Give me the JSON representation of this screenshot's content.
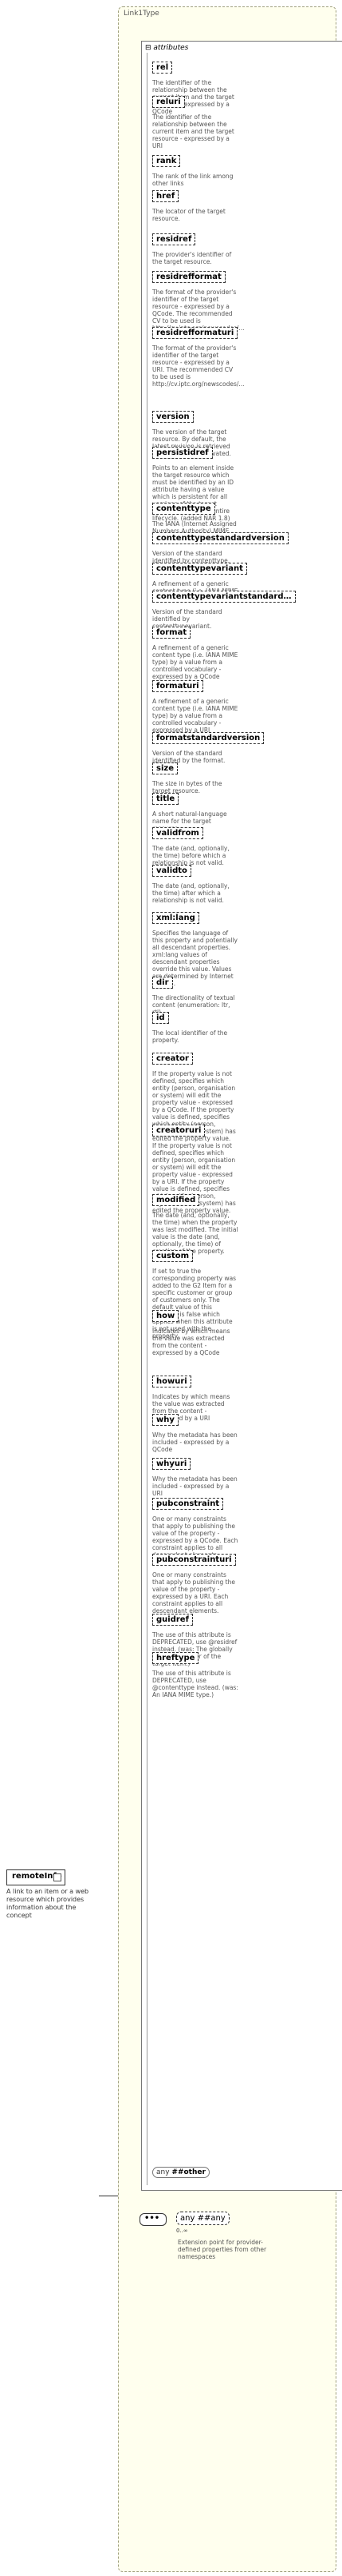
{
  "root": {
    "name": "remoteInfo",
    "description": "A link to an item or a web resource which provides information about the concept"
  },
  "type_name": "Link1Type",
  "attributes_label": "attributes",
  "attributes": [
    {
      "name": "rel",
      "description": "The identifier of the relationship between the current item and the target resource - expressed by a QCode"
    },
    {
      "name": "reluri",
      "description": "The identifier of the relationship between the current item and the target resource - expressed by a URI"
    },
    {
      "name": "rank",
      "description": "The rank of the link among other links"
    },
    {
      "name": "href",
      "description": "The locator of the target resource."
    },
    {
      "name": "residref",
      "description": "The provider's identifier of the target resource."
    },
    {
      "name": "residrefformat",
      "description": "The format of the provider's identifier of the target resource - expressed by a QCode. The recommended CV to be used is http://cv.iptc.org/newscodes/..."
    },
    {
      "name": "residrefformaturi",
      "description": "The format of the provider's identifier of the target resource - expressed by a URI. The recommended CV to be used is http://cv.iptc.org/newscodes/..."
    },
    {
      "name": "version",
      "description": "The version of the target resource. By default, the latest revision is retrieved when the link is activated."
    },
    {
      "name": "persistidref",
      "description": "Points to an element inside the target resource which must be identified by an ID attribute having a value which is persistent for all versions of the target resource, i.e. for its entire lifecycle. (added NAR 1.8)"
    },
    {
      "name": "contenttype",
      "description": "The IANA (Internet Assigned Numbers Authority) MIME type of the target resource."
    },
    {
      "name": "contenttypestandardversion",
      "description": "Version of the standard identified by contenttype."
    },
    {
      "name": "contenttypevariant",
      "description": "A refinement of a generic content type (i.e. IANA MIME type) by a literal value."
    },
    {
      "name": "contenttypevariantstandardver...",
      "description": "Version of the standard identified by contenttypevariant."
    },
    {
      "name": "format",
      "description": "A refinement of a generic content type (i.e. IANA MIME type) by a value from a controlled vocabulary - expressed by a QCode"
    },
    {
      "name": "formaturi",
      "description": "A refinement of a generic content type (i.e. IANA MIME type) by a value from a controlled vocabulary - expressed by a URI"
    },
    {
      "name": "formatstandardversion",
      "description": "Version of the standard identified by the format."
    },
    {
      "name": "size",
      "description": "The size in bytes of the target resource."
    },
    {
      "name": "title",
      "description": "A short natural-language name for the target resource."
    },
    {
      "name": "validfrom",
      "description": "The date (and, optionally, the time) before which a relationship is not valid."
    },
    {
      "name": "validto",
      "description": "The date (and, optionally, the time) after which a relationship is not valid."
    },
    {
      "name": "xml:lang",
      "description": "Specifies the language of this property and potentially all descendant properties. xml:lang values of descendant properties override this value. Values are determined by Internet BCP 47."
    },
    {
      "name": "dir",
      "description": "The directionality of textual content (enumeration: ltr, rtl)"
    },
    {
      "name": "id",
      "description": "The local identifier of the property."
    },
    {
      "name": "creator",
      "description": "If the property value is not defined, specifies which entity (person, organisation or system) will edit the property value - expressed by a QCode. If the property value is defined, specifies which entity (person, organisation or system) has edited the property value."
    },
    {
      "name": "creatoruri",
      "description": "If the property value is not defined, specifies which entity (person, organisation or system) will edit the property value - expressed by a URI. If the property value is defined, specifies which entity (person, organisation or system) has edited the property value."
    },
    {
      "name": "modified",
      "description": "The date (and, optionally, the time) when the property was last modified. The initial value is the date (and, optionally, the time) of creation of the property."
    },
    {
      "name": "custom",
      "description": "If set to true the corresponding property was added to the G2 Item for a specific customer or group of customers only. The default value of this property is false which applies when this attribute is not used with the property."
    },
    {
      "name": "how",
      "description": "Indicates by which means the value was extracted from the content - expressed by a QCode"
    },
    {
      "name": "howuri",
      "description": "Indicates by which means the value was extracted from the content - expressed by a URI"
    },
    {
      "name": "why",
      "description": "Why the metadata has been included - expressed by a QCode"
    },
    {
      "name": "whyuri",
      "description": "Why the metadata has been included - expressed by a URI"
    },
    {
      "name": "pubconstraint",
      "description": "One or many constraints that apply to publishing the value of the property - expressed by a QCode. Each constraint applies to all descendant elements."
    },
    {
      "name": "pubconstrainturi",
      "description": "One or many constraints that apply to publishing the value of the property - expressed by a URI. Each constraint applies to all descendant elements."
    },
    {
      "name": "guidref",
      "description": "The use of this attribute is DEPRECATED, use @residref instead. (was: The globally unique identifier of the target item.)"
    },
    {
      "name": "hreftype",
      "description": "The use of this attribute is DEPRECATED, use @contenttype instead. (was: An IANA MIME type.)"
    }
  ],
  "any_attribute": {
    "prefix": "any",
    "name": "##other"
  },
  "any_element": {
    "label": "any ##any",
    "occurs": "0..∞",
    "description": "Extension point for provider-defined properties from other namespaces"
  }
}
